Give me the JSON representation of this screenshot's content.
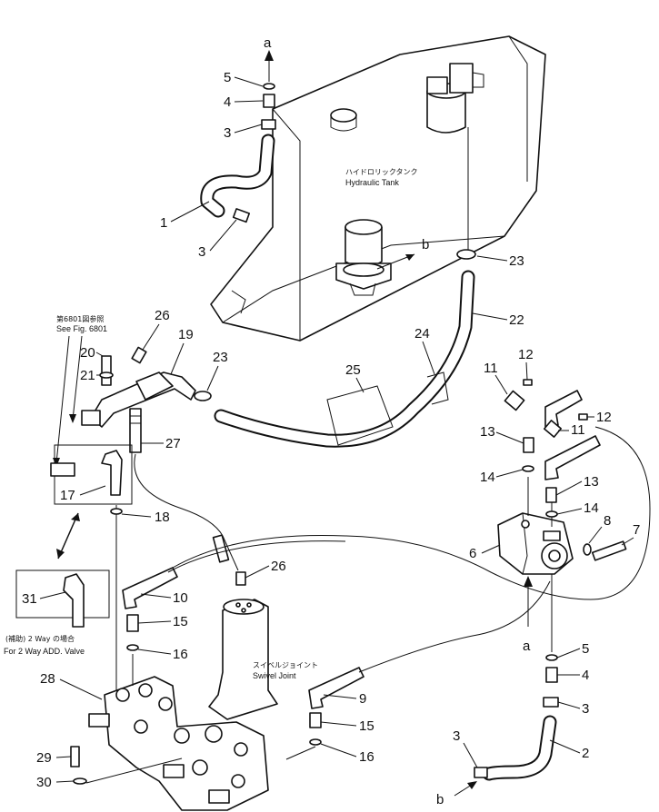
{
  "tank": {
    "label_jp": "ハイドロリックタンク",
    "label_en": "Hydraulic Tank"
  },
  "swivel": {
    "label_jp": "スイベルジョイント",
    "label_en": "Swivel Joint"
  },
  "see_fig": {
    "label_jp": "第6801図参照",
    "label_en": "See Fig. 6801"
  },
  "option_box": {
    "label_jp": "(補助) 2 Way の場合",
    "label_en": "For 2 Way ADD. Valve"
  },
  "connectors": {
    "a_top": "a",
    "b_tank": "b",
    "a_pump": "a",
    "b_bottom": "b"
  },
  "callouts": {
    "c1": "1",
    "c2": "2",
    "c3a": "3",
    "c3b": "3",
    "c3c": "3",
    "c3d": "3",
    "c4a": "4",
    "c4b": "4",
    "c5a": "5",
    "c5b": "5",
    "c6": "6",
    "c7": "7",
    "c8": "8",
    "c9": "9",
    "c10": "10",
    "c11a": "11",
    "c11b": "11",
    "c12a": "12",
    "c12b": "12",
    "c13a": "13",
    "c13b": "13",
    "c14a": "14",
    "c14b": "14",
    "c15a": "15",
    "c15b": "15",
    "c16a": "16",
    "c16b": "16",
    "c17": "17",
    "c18": "18",
    "c19": "19",
    "c20": "20",
    "c21": "21",
    "c22": "22",
    "c23a": "23",
    "c23b": "23",
    "c24": "24",
    "c25": "25",
    "c26a": "26",
    "c26b": "26",
    "c27": "27",
    "c28": "28",
    "c29": "29",
    "c30": "30",
    "c31": "31"
  }
}
